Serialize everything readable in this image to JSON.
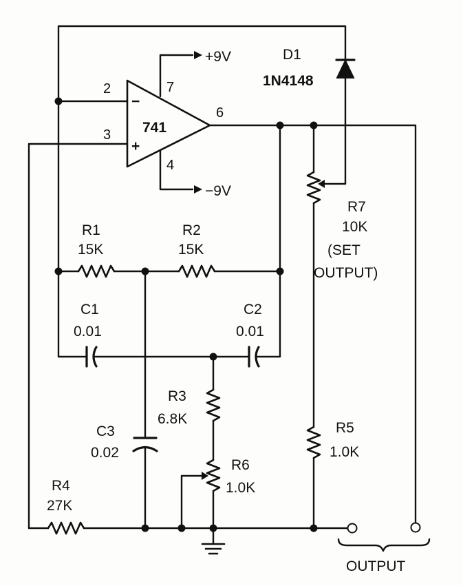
{
  "opamp": {
    "name": "741",
    "pin_inv": "2",
    "pin_noninv": "3",
    "pin_vplus": "7",
    "pin_vminus": "4",
    "pin_out": "6",
    "sign_minus": "−",
    "sign_plus": "+"
  },
  "supply": {
    "positive": "+9V",
    "negative": "−9V"
  },
  "d1": {
    "ref": "D1",
    "value": "1N4148"
  },
  "r1": {
    "ref": "R1",
    "value": "15K"
  },
  "r2": {
    "ref": "R2",
    "value": "15K"
  },
  "c1": {
    "ref": "C1",
    "value": "0.01"
  },
  "c2": {
    "ref": "C2",
    "value": "0.01"
  },
  "r3": {
    "ref": "R3",
    "value": "6.8K"
  },
  "c3": {
    "ref": "C3",
    "value": "0.02"
  },
  "r6": {
    "ref": "R6",
    "value": "1.0K"
  },
  "r4": {
    "ref": "R4",
    "value": "27K"
  },
  "r5": {
    "ref": "R5",
    "value": "1.0K"
  },
  "r7": {
    "ref": "R7",
    "value": "10K",
    "note_line1": "(SET",
    "note_line2": "OUTPUT)"
  },
  "output": {
    "label": "OUTPUT"
  }
}
